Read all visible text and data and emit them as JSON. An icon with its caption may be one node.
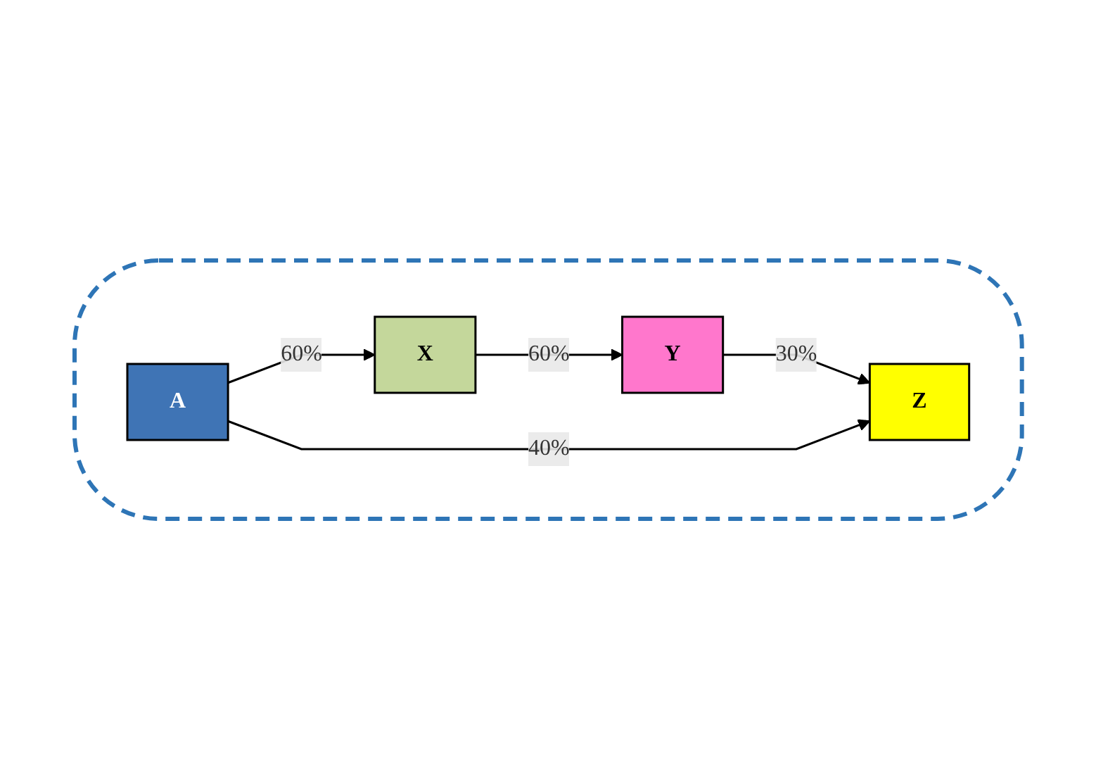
{
  "diagram": {
    "nodes": [
      {
        "text": [],
        "shape": "ellipse"
      },
      {
        "text": [
          "A"
        ],
        "in": 0
      },
      {
        "text": [
          "X"
        ],
        "in": 0
      },
      {
        "text": [
          "Y"
        ],
        "in": 0
      },
      {
        "text": [
          "Z"
        ],
        "in": 0
      }
    ],
    "edges": [
      {
        "from": 1,
        "to": 2,
        "arrow": "to",
        "label": "60%"
      },
      {
        "from": 2,
        "to": 3,
        "arrow": "to",
        "label": "60%"
      },
      {
        "from": 3,
        "to": 4,
        "arrow": "to",
        "label": "30%"
      },
      {
        "from": 1,
        "to": 4,
        "arrow": "to",
        "label": "40%"
      }
    ]
  }
}
